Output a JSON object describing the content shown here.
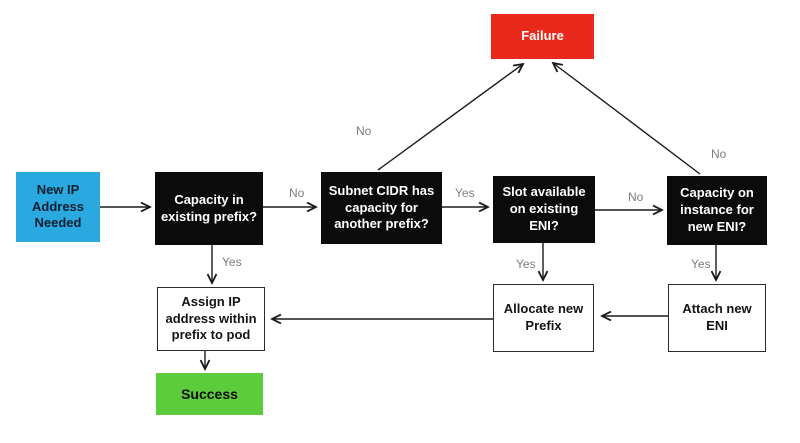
{
  "nodes": {
    "new_ip": {
      "label": [
        "New IP",
        "Address",
        "Needed"
      ]
    },
    "capacity_existing_prefix": {
      "label": [
        "Capacity in",
        "existing prefix?"
      ]
    },
    "subnet_cidr": {
      "label": [
        "Subnet CIDR has",
        "capacity for",
        "another prefix?"
      ]
    },
    "slot_available": {
      "label": [
        "Slot available",
        "on existing",
        "ENI?"
      ]
    },
    "capacity_instance": {
      "label": [
        "Capacity on",
        "instance for",
        "new ENI?"
      ]
    },
    "failure": {
      "label": "Failure"
    },
    "assign_ip": {
      "label": [
        "Assign IP",
        "address within",
        "prefix to pod"
      ]
    },
    "allocate_prefix": {
      "label": [
        "Allocate new",
        "Prefix"
      ]
    },
    "attach_eni": {
      "label": [
        "Attach new",
        "ENI"
      ]
    },
    "success": {
      "label": "Success"
    }
  },
  "edge_labels": {
    "capacity_to_subnet": "No",
    "subnet_to_slot": "Yes",
    "slot_to_instance": "No",
    "capacity_to_assign": "Yes",
    "slot_to_allocate": "Yes",
    "instance_to_attach": "Yes",
    "subnet_to_failure": "No",
    "instance_to_failure": "No"
  },
  "colors": {
    "start_fill": "#29A9E0",
    "decision_fill": "#0B0B0B",
    "failure_fill": "#E8291C",
    "success_fill": "#5CCB3C",
    "process_fill": "#FFFFFF",
    "edge_stroke": "#1A1A1A",
    "edge_label_text": "#7D7D7D"
  }
}
